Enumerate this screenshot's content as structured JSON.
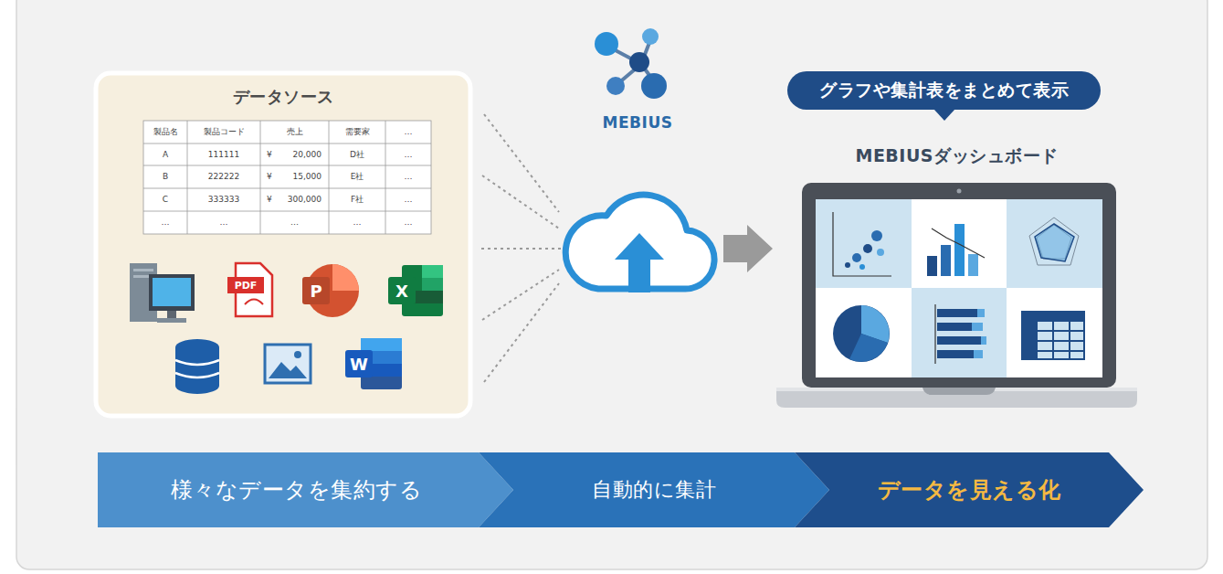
{
  "diagram": {
    "nodes": [
      {
        "text": [
          "データソース"
        ]
      },
      {
        "text": [
          "MEBIUS"
        ]
      },
      {
        "text": [
          "グラフや集計表をまとめて表示"
        ]
      },
      {
        "text": [
          "MEBIUSダッシュボード"
        ]
      },
      {
        "text": [
          "様々なデータを集約する"
        ]
      },
      {
        "text": [
          "自動的に集計"
        ]
      },
      {
        "text": [
          "データを見える化"
        ]
      }
    ],
    "edges": [
      {
        "from": 0,
        "to": 1,
        "arrow": "none"
      },
      {
        "from": 1,
        "to": 3,
        "arrow": "to"
      }
    ],
    "labels": [
      "製品名",
      "製品コード",
      "売上",
      "需要家",
      "…",
      "A",
      "111111",
      "¥",
      "20,000",
      "D社",
      "…",
      "B",
      "222222",
      "¥",
      "15,000",
      "E社",
      "…",
      "C",
      "333333",
      "¥",
      "300,000",
      "F社",
      "…",
      "…",
      "…",
      "…",
      "…",
      "…",
      "PDF",
      "P",
      "X",
      "W"
    ]
  }
}
